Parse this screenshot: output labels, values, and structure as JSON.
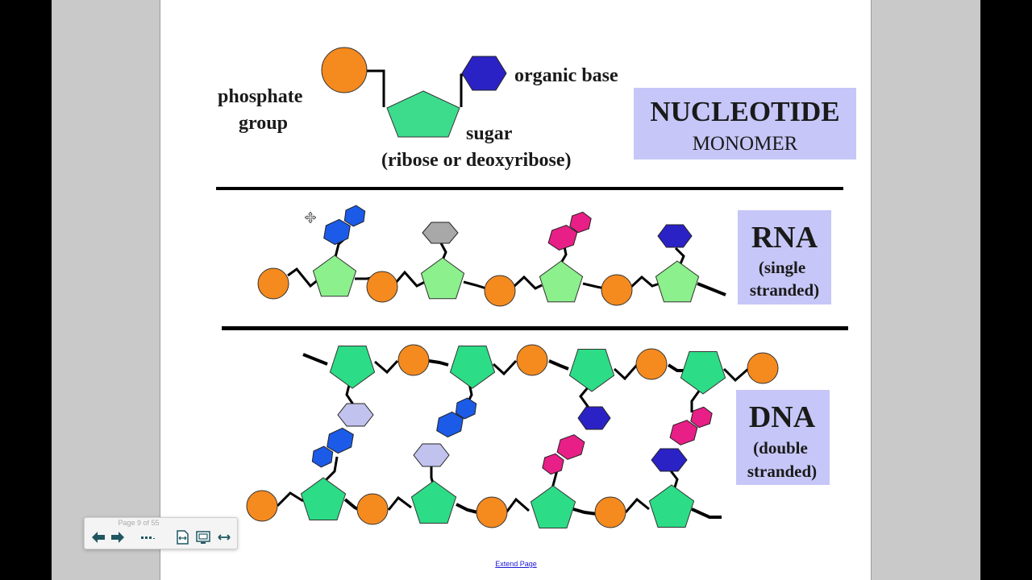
{
  "document": {
    "top_block": {
      "phosphate_label": [
        "phosphate",
        "group"
      ],
      "organic_base_label": "organic base",
      "sugar_label": "sugar",
      "sugar_sublabel": "(ribose or deoxyribose)",
      "badge_title": "NUCLEOTIDE",
      "badge_subtitle": "MONOMER"
    },
    "rna_block": {
      "title": "RNA",
      "sub": [
        "(single",
        "stranded)"
      ]
    },
    "dna_block": {
      "title": "DNA",
      "sub": [
        "(double",
        "stranded)"
      ]
    }
  },
  "colors": {
    "phosphate": "#f58a1f",
    "sugar_top": "#3ddc8c",
    "sugar_rna": "#8cf08c",
    "sugar_dna": "#2ddc86",
    "base_darkblue": "#2b22c6",
    "base_blue": "#1b5be8",
    "base_gray": "#a8a8a8",
    "base_magenta": "#e81f86",
    "base_lavender": "#c2c2ee",
    "badge_bg": "#c6c6f8",
    "bar": "#000000"
  },
  "toolbar": {
    "page_indicator": "Page 9 of 55",
    "buttons": [
      "previous-page",
      "next-page",
      "more",
      "fit-width",
      "fit-page",
      "expand"
    ]
  },
  "footer": {
    "extend_link": "Extend Page"
  }
}
